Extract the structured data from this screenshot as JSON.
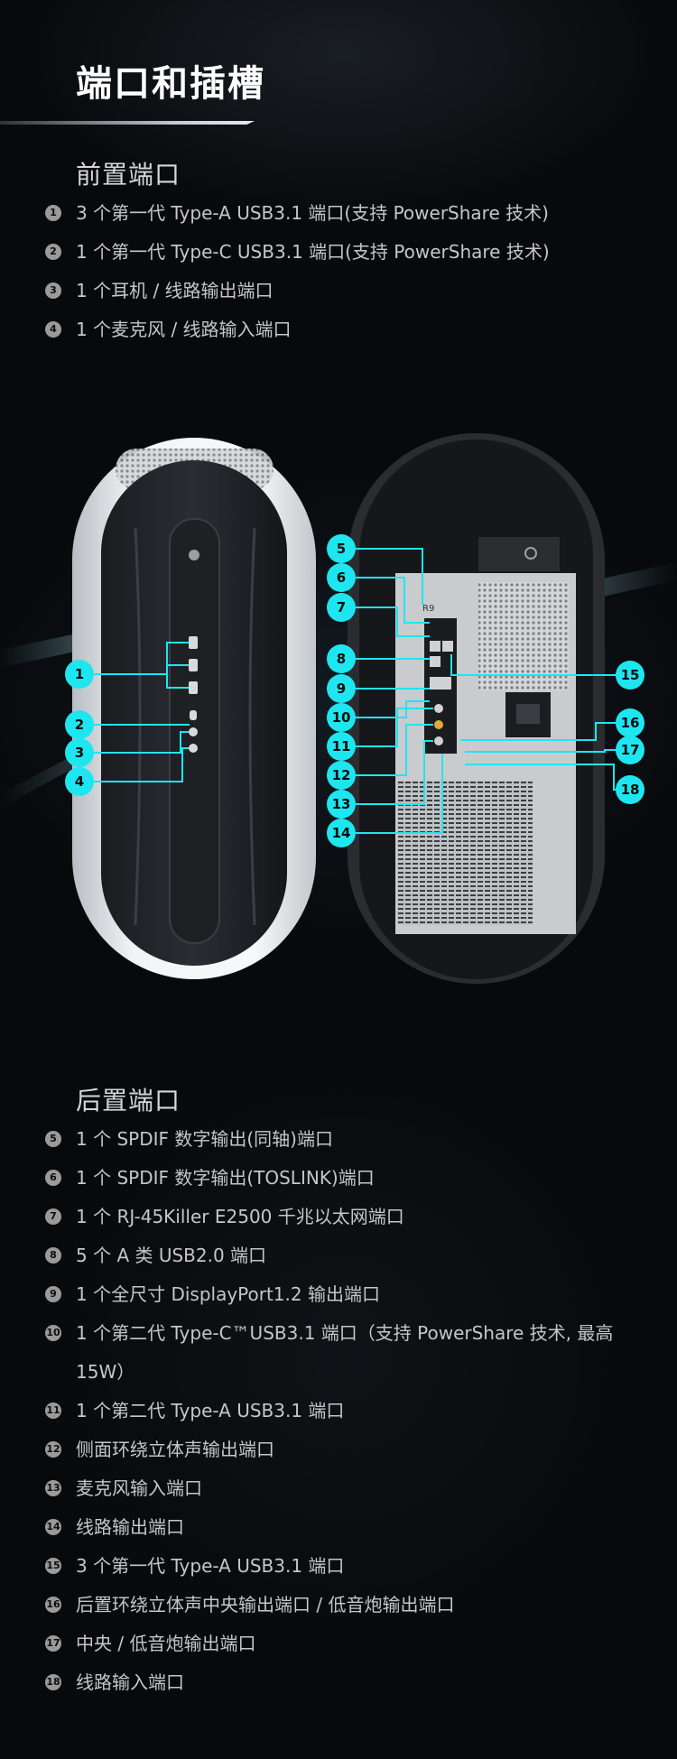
{
  "page": {
    "title": "端口和插槽",
    "colors": {
      "accent": "#1ee6f0",
      "background": "#08090b",
      "text": "#c6c6c6",
      "chassis_white": "#e9ecef"
    }
  },
  "front": {
    "heading": "前置端口",
    "items": [
      {
        "n": "1",
        "text": "3 个第一代 Type-A USB3.1 端口(支持 PowerShare 技术)"
      },
      {
        "n": "2",
        "text": "1 个第一代 Type-C USB3.1 端口(支持 PowerShare 技术)"
      },
      {
        "n": "3",
        "text": "1 个耳机 / 线路输出端口"
      },
      {
        "n": "4",
        "text": "1 个麦克风 / 线路输入端口"
      }
    ]
  },
  "figure": {
    "front_callouts": [
      "1",
      "2",
      "3",
      "4"
    ],
    "rear_left_callouts": [
      "5",
      "6",
      "7",
      "8",
      "9",
      "10",
      "11",
      "12",
      "13",
      "14"
    ],
    "rear_right_callouts": [
      "15",
      "16",
      "17",
      "18"
    ],
    "rear_marking": "R9"
  },
  "rear": {
    "heading": "后置端口",
    "items": [
      {
        "n": "5",
        "text": "1 个 SPDIF 数字输出(同轴)端口"
      },
      {
        "n": "6",
        "text": "1 个 SPDIF 数字输出(TOSLINK)端口"
      },
      {
        "n": "7",
        "text": "1 个 RJ-45Killer E2500 千兆以太网端口"
      },
      {
        "n": "8",
        "text": "5 个 A 类 USB2.0 端口"
      },
      {
        "n": "9",
        "text": "1 个全尺寸 DisplayPort1.2 输出端口"
      },
      {
        "n": "10",
        "text": "1 个第二代 Type-C™USB3.1 端口（支持 PowerShare 技术, 最高 15W）"
      },
      {
        "n": "11",
        "text": "1 个第二代 Type-A USB3.1 端口"
      },
      {
        "n": "12",
        "text": "侧面环绕立体声输出端口"
      },
      {
        "n": "13",
        "text": "麦克风输入端口"
      },
      {
        "n": "14",
        "text": "线路输出端口"
      },
      {
        "n": "15",
        "text": "3 个第一代 Type-A USB3.1 端口"
      },
      {
        "n": "16",
        "text": "后置环绕立体声中央输出端口 / 低音炮输出端口"
      },
      {
        "n": "17",
        "text": "中央 / 低音炮输出端口"
      },
      {
        "n": "18",
        "text": "线路输入端口"
      }
    ]
  }
}
